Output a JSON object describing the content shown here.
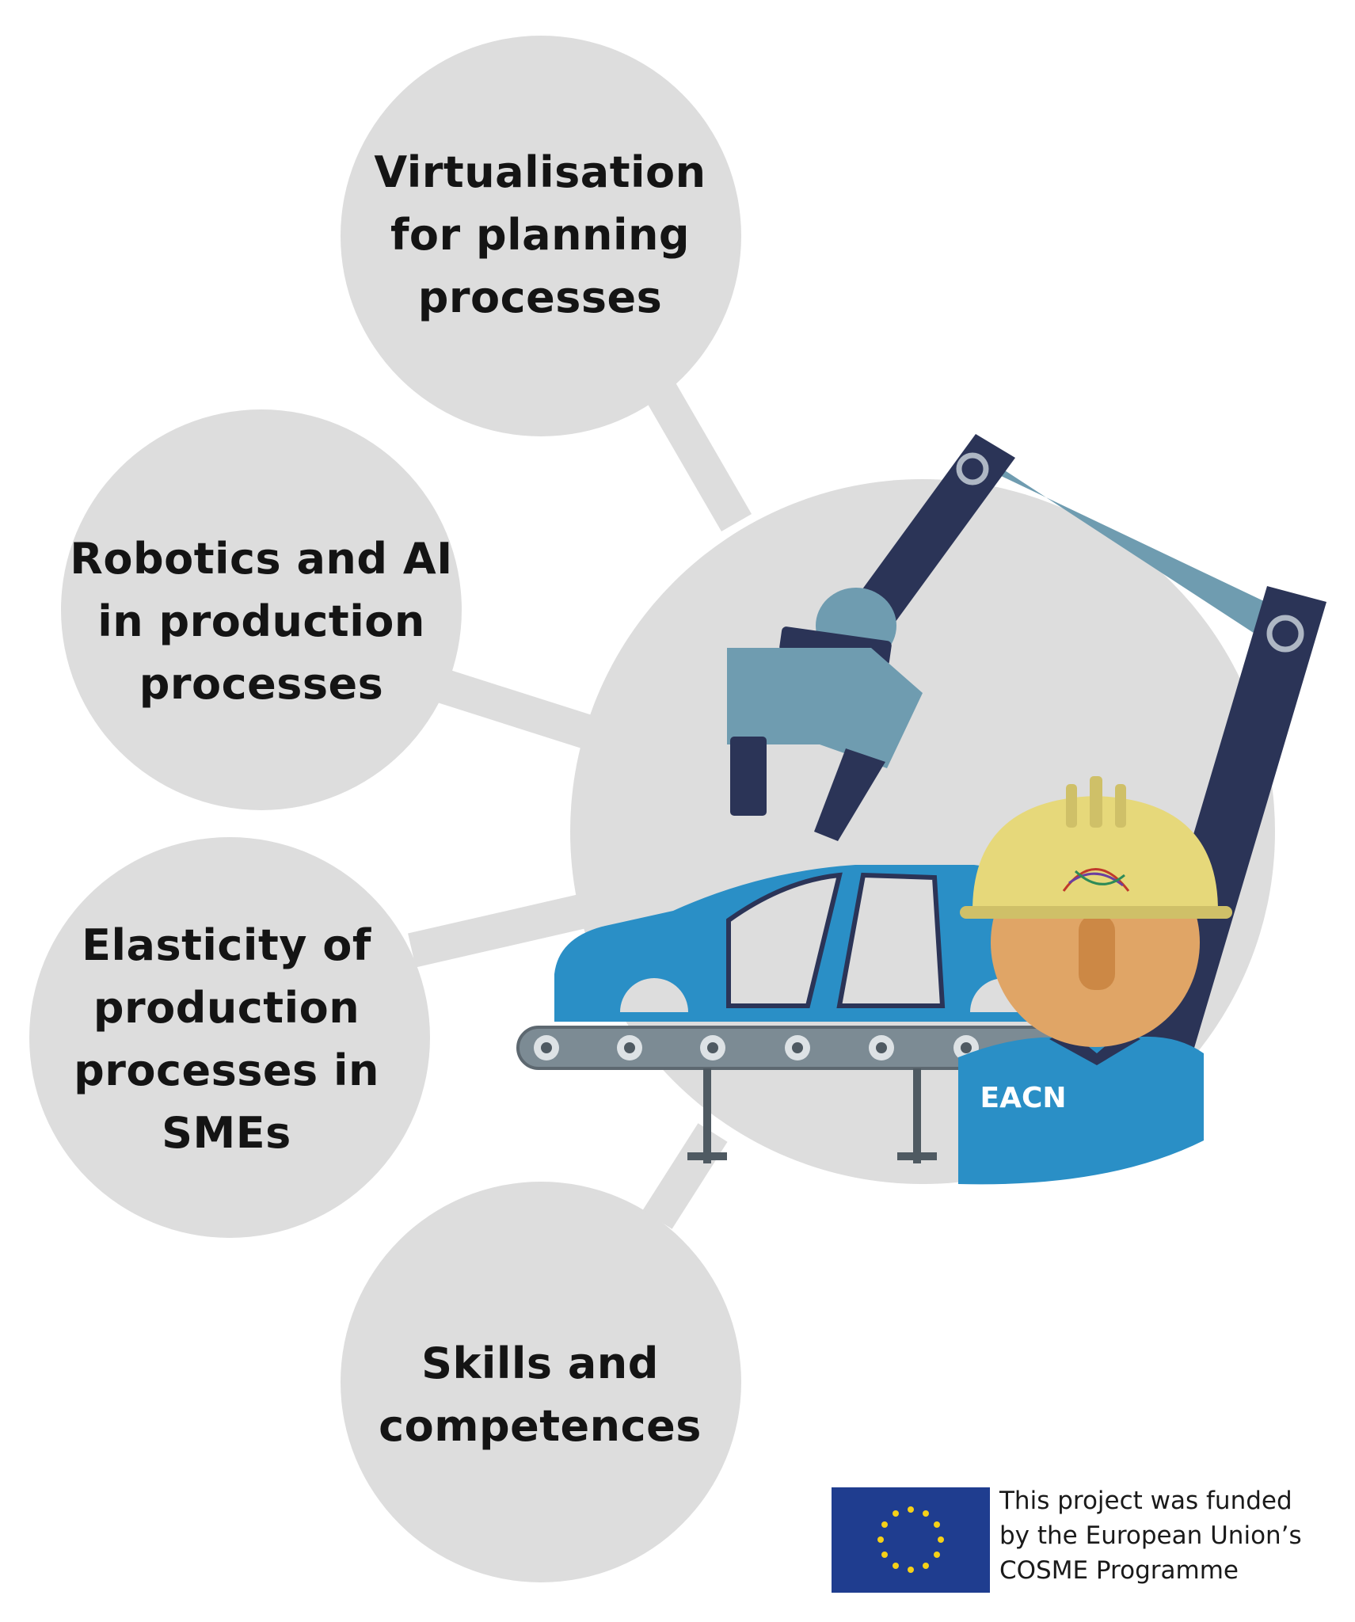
{
  "nodes": [
    {
      "lines": [
        "Virtualisation",
        "for planning",
        "processes"
      ]
    },
    {
      "lines": [
        "Robotics and AI",
        "in production",
        "processes"
      ]
    },
    {
      "lines": [
        "Elasticity of",
        "production",
        "processes in",
        "SMEs"
      ]
    },
    {
      "lines": [
        "Skills and",
        "competences"
      ]
    }
  ],
  "worker": {
    "shirt_label": "EACN"
  },
  "funding": {
    "lines": [
      "This project was funded",
      "by the European Union’s",
      "COSME Programme"
    ]
  },
  "colors": {
    "circle": "#dddddd",
    "connector": "#dddddd",
    "arm_dark": "#2b3457",
    "arm_light": "#6f9cb0",
    "car_blue": "#2a8fc6",
    "helmet": "#e6d87a",
    "skin": "#e0a566",
    "eu_blue": "#1f3d8f",
    "eu_star": "#f6d117"
  },
  "icons": [
    "robot-arm-icon",
    "car-body-icon",
    "conveyor-belt-icon",
    "worker-icon",
    "eu-flag-icon"
  ]
}
